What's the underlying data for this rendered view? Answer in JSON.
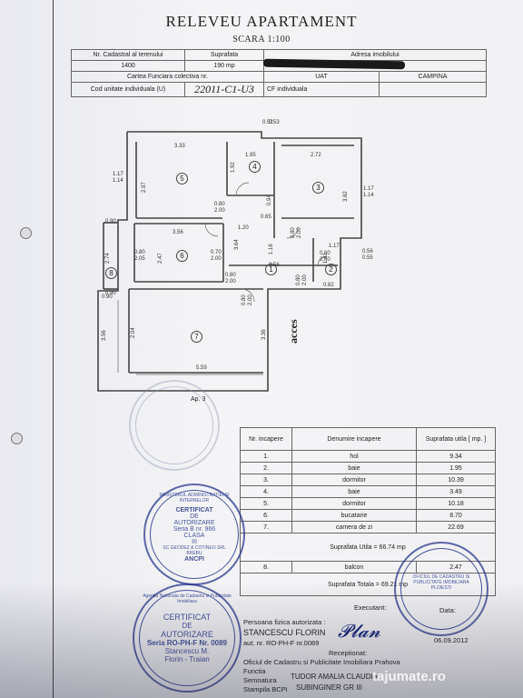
{
  "title": "RELEVEU APARTAMENT",
  "scale": "SCARA 1:100",
  "header": {
    "cadastral_label": "Nr. Cadastral al terenului",
    "cadastral_value": "1400",
    "area_label": "Suprafata",
    "area_value": "190 mp",
    "address_label": "Adresa imobilului",
    "cf_label": "Cartea Funciara colectiva nr.",
    "uat_label": "UAT",
    "uat_value": "CAMPINA",
    "unit_code_label": "Cod unitate individuala (U)",
    "unit_code_value": "22011-C1-U3",
    "cf_individual_label": "CF individuala"
  },
  "plan": {
    "rooms": [
      {
        "no": "1"
      },
      {
        "no": "2"
      },
      {
        "no": "3"
      },
      {
        "no": "4"
      },
      {
        "no": "5"
      },
      {
        "no": "6"
      },
      {
        "no": "7"
      },
      {
        "no": "8"
      }
    ],
    "dims": [
      "0.52",
      "0.53",
      "3.33",
      "1.95",
      "2.72",
      "2.97",
      "1.92",
      "3.82",
      "1.17",
      "1.14",
      "1.17",
      "1.14",
      "0.80",
      "2.00",
      "0.65",
      "0.94",
      "0.90",
      "3.56",
      "1.20",
      "0.80",
      "2.00",
      "2.74",
      "2.47",
      "0.80",
      "2.05",
      "0.70",
      "2.00",
      "3.64",
      "1.16",
      "1.17",
      "1.41",
      "0.60",
      "2.00",
      "0.56",
      "0.55",
      "3.56",
      "0.90",
      "0.80",
      "2.00",
      "0.82",
      "0.80",
      "2.00",
      "0.80",
      "2.00",
      "0.90",
      "3.56",
      "2.04",
      "3.36",
      "5.59"
    ],
    "access": "acces",
    "apartment": "Ap. 3"
  },
  "rooms_table": {
    "col_no": "Nr. incapere",
    "col_name": "Denumire incapere",
    "col_area": "Suprafata utila [ mp. ]",
    "rows": [
      {
        "no": "1.",
        "name": "hol",
        "area": "9.34"
      },
      {
        "no": "2.",
        "name": "baie",
        "area": "1.95"
      },
      {
        "no": "3.",
        "name": "dormitor",
        "area": "10.39"
      },
      {
        "no": "4.",
        "name": "baie",
        "area": "3.49"
      },
      {
        "no": "5.",
        "name": "dormitor",
        "area": "10.18"
      },
      {
        "no": "6.",
        "name": "bucatarie",
        "area": "8.70"
      },
      {
        "no": "7.",
        "name": "camera de zi",
        "area": "22.69"
      }
    ],
    "useful_total": "Suprafata Utila = 66.74 mp",
    "balcony": {
      "no": "8.",
      "name": "balcon",
      "area": "2.47"
    },
    "grand_total": "Suprafata Totala = 69.21 mp"
  },
  "executant": {
    "label": "Executant:",
    "person_label": "Persoana fizica autorizata :",
    "person_name": "STANCESCU FLORIN",
    "auth_no": "aut. nr. RO-PH-F nr.0089",
    "date": "06.09.2012",
    "date_label": "Data:",
    "receptionat": "Receptionat:",
    "office": "Oficiul de Cadastru si Publicitate Imobiliara Prahova",
    "functia": "Functia",
    "semnatura": "Semnatura",
    "stampila": "Stampila BCPI",
    "receiver": "TUDOR AMALIA CLAUDIA",
    "receiver_title": "SUBINGINER GR III"
  },
  "stamps": {
    "top_stamp": {
      "ring": "MINISTERUL ADMINISTRATIEI SI INTERNELOR",
      "line1": "CERTIFICAT",
      "line2": "DE",
      "line3": "AUTORIZARE",
      "line4": "Seria B nr. 966",
      "line5": "CLASA",
      "line6": "III",
      "line7": "SC GEODEZ & COTINEO SRL",
      "line8": "BREBU",
      "line9": "ANCPI"
    },
    "bottom_stamp": {
      "ring": "Agentia Nationala de Cadastru si Publicitate Imobiliara",
      "line1": "CERTIFICAT",
      "line2": "DE",
      "line3": "AUTORIZARE",
      "line4": "Seria RO-PH-F Nr. 0089",
      "line5": "Stancescu M.",
      "line6": "Florin - Traian"
    },
    "right_stamp": "OFICIUL DE CADASTRU SI PUBLICITATE IMOBILIARA PLOIESTI",
    "watermark": "tajumate.ro"
  },
  "colors": {
    "ink": "#1b2a7c",
    "line": "#444444"
  }
}
